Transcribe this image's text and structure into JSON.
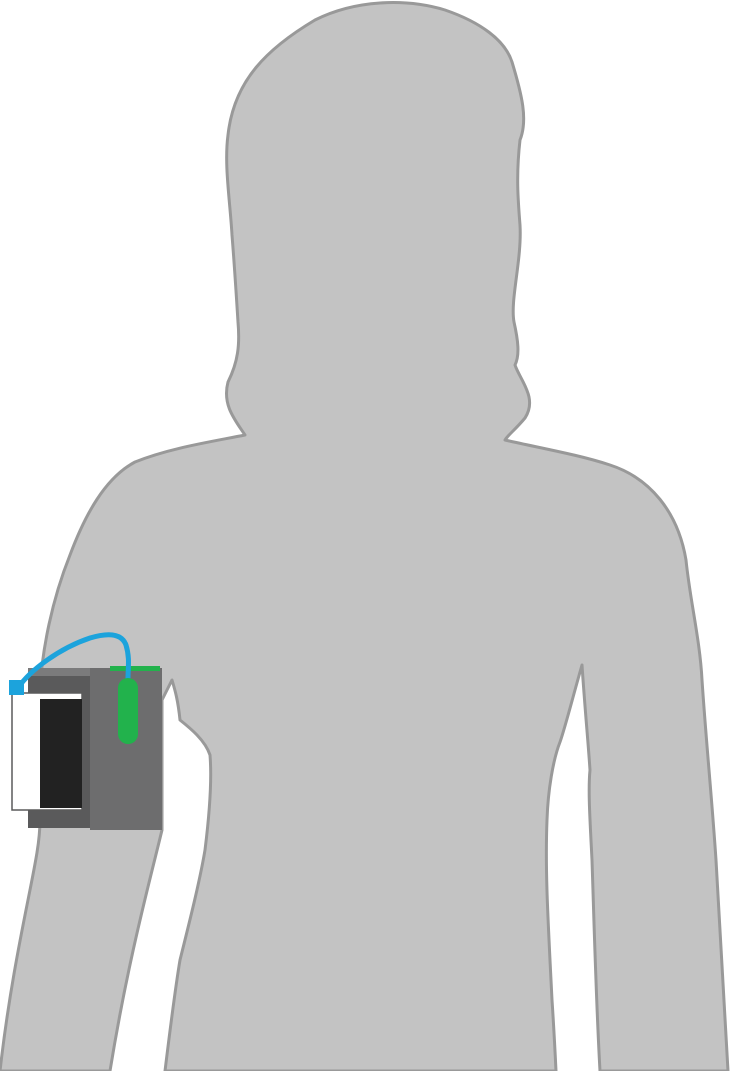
{
  "colors": {
    "background": "#ffffff",
    "silhouette_fill": "#c3c3c3",
    "silhouette_outline": "#999999",
    "device_body": "#6d6d6e",
    "device_back": "#5a5a5b",
    "device_top": "#7b7b7c",
    "screen_light": "#ffffff",
    "screen_dark": "#222222",
    "tube": "#1ca3dc",
    "sensor": "#22b24c"
  },
  "icons": {
    "figure": "female-silhouette",
    "device": "arm-mounted-monitor",
    "sensor": "green-sensor-pod",
    "tube": "blue-connector-tube"
  }
}
